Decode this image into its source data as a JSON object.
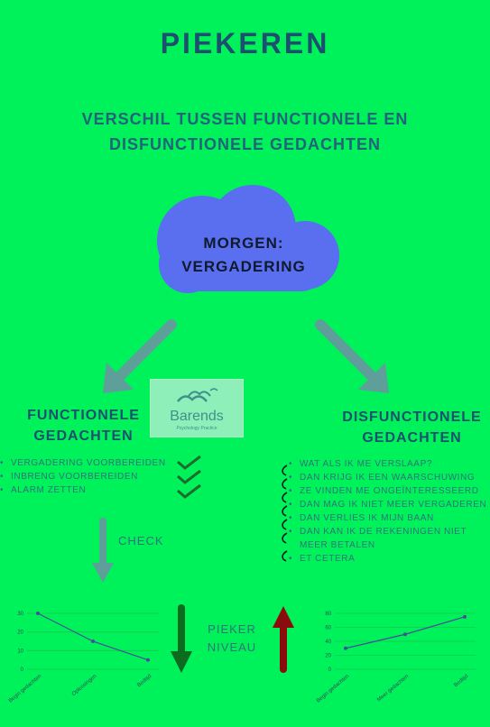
{
  "title": "PIEKEREN",
  "subtitle_line1": "VERSCHIL TUSSEN FUNCTIONELE EN",
  "subtitle_line2": "DISFUNCTIONELE GEDACHTEN",
  "cloud": {
    "line1": "MORGEN:",
    "line2": "VERGADERING"
  },
  "logo": {
    "name": "Barends",
    "tagline": "Psychology Practice"
  },
  "functional": {
    "title_line1": "FUNCTIONELE",
    "title_line2": "GEDACHTEN",
    "items": [
      "VERGADERING VOORBEREIDEN",
      "INBRENG VOORBEREIDEN",
      "ALARM ZETTEN"
    ]
  },
  "dysfunctional": {
    "title_line1": "DISFUNCTIONELE",
    "title_line2": "GEDACHTEN",
    "items": [
      "WAT ALS IK ME VERSLAAP?",
      "DAN KRIJG IK EEN WAARSCHUWING",
      "ZE VINDEN ME ONGEÏNTERESSEERD",
      "DAN MAG IK NIET MEER VERGADEREN",
      "DAN VERLIES IK MIJN BAAN",
      "DAN KAN IK DE REKENINGEN NIET MEER BETALEN",
      "ET CETERA"
    ]
  },
  "check_label": "CHECK",
  "pieker_label_line1": "PIEKER",
  "pieker_label_line2": "NIVEAU",
  "colors": {
    "background": "#00f25a",
    "title": "#1d4f6e",
    "cloud": "#5a6ef0",
    "arrow_teal": "#5f9f9a",
    "arrow_down_green": "#0c6b1e",
    "arrow_up_red": "#8b0c0c",
    "chart_line": "#4a4a9a"
  },
  "chart_data": [
    {
      "type": "line",
      "categories": [
        "Begin gedachten",
        "Oplossingen",
        "Bedtijd"
      ],
      "values": [
        30,
        15,
        5
      ],
      "ylim": [
        0,
        30
      ],
      "yticks": [
        0,
        10,
        20,
        30
      ],
      "grid": true
    },
    {
      "type": "line",
      "categories": [
        "Begin gedachten",
        "Meer gedachten",
        "Bedtijd"
      ],
      "values": [
        30,
        50,
        75
      ],
      "ylim": [
        0,
        80
      ],
      "yticks": [
        0,
        20,
        40,
        60,
        80
      ],
      "grid": true
    }
  ]
}
